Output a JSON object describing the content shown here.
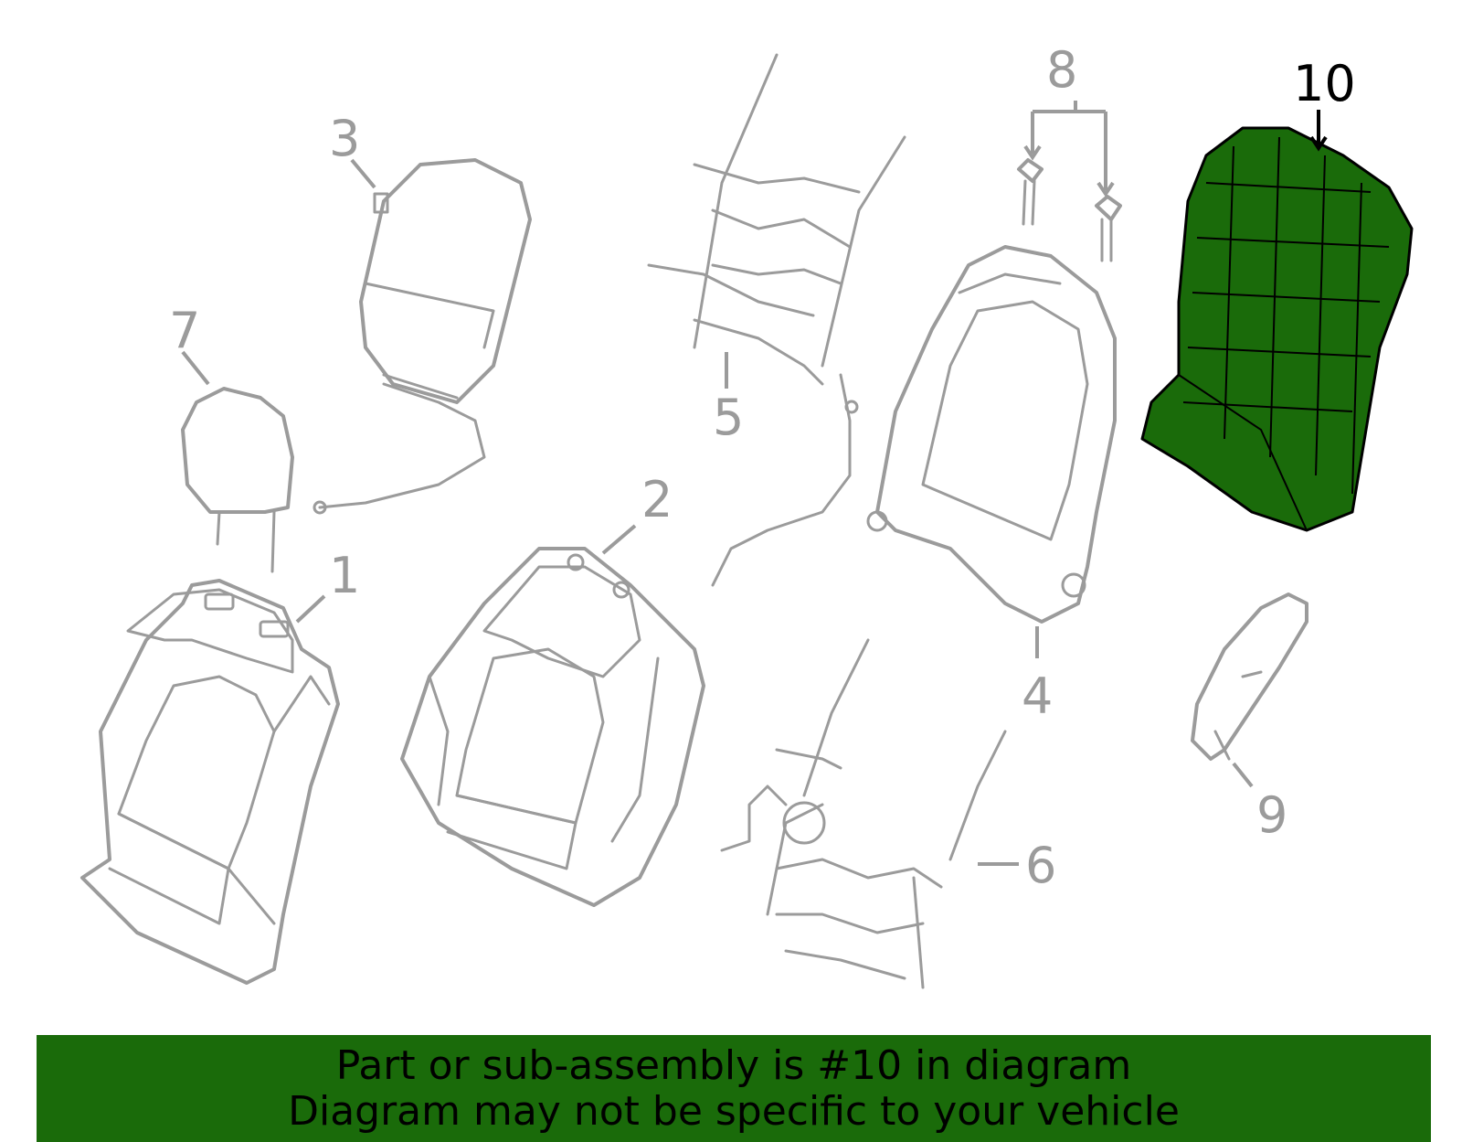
{
  "callouts": {
    "c1": "1",
    "c2": "2",
    "c3": "3",
    "c4": "4",
    "c5": "5",
    "c6": "6",
    "c7": "7",
    "c8": "8",
    "c9": "9",
    "c10": "10"
  },
  "highlight": {
    "part": "10",
    "color": "#1a6b0a",
    "outline_color": "#000000"
  },
  "colors": {
    "line_art": "#9b9b9b",
    "banner_background": "#1a6b0a",
    "banner_text": "#000000"
  },
  "banner": {
    "line1": "Part or sub-assembly is #10 in diagram",
    "line2": "Diagram may not be specific to your vehicle"
  }
}
